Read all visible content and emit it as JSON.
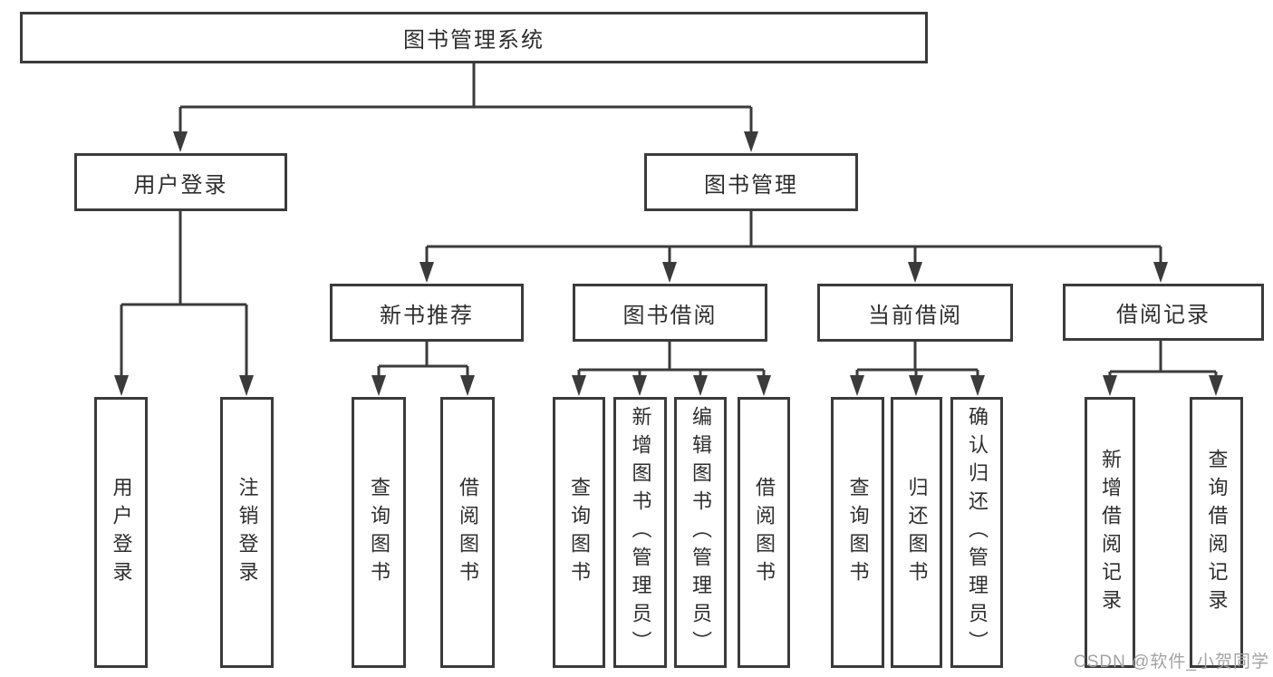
{
  "diagram": {
    "root": {
      "label": "图书管理系统"
    },
    "level2": [
      {
        "label": "用户登录"
      },
      {
        "label": "图书管理"
      }
    ],
    "level3": [
      {
        "label": "新书推荐"
      },
      {
        "label": "图书借阅"
      },
      {
        "label": "当前借阅"
      },
      {
        "label": "借阅记录"
      }
    ],
    "leaves": [
      {
        "label": "用户登录"
      },
      {
        "label": "注销登录"
      },
      {
        "label": "查询图书"
      },
      {
        "label": "借阅图书"
      },
      {
        "label": "查询图书"
      },
      {
        "label": "新增图书（管理员）"
      },
      {
        "label": "编辑图书（管理员）"
      },
      {
        "label": "借阅图书"
      },
      {
        "label": "查询图书"
      },
      {
        "label": "归还图书"
      },
      {
        "label": "确认归还（管理员）"
      },
      {
        "label": "新增借阅记录"
      },
      {
        "label": "查询借阅记录"
      }
    ]
  },
  "watermark": "CSDN @软件_小贺同学",
  "colors": {
    "line": "#3b3b3b",
    "border": "#3b3b3b",
    "text": "#2e2e2e",
    "watermark": "#a3a3a3",
    "background": "#ffffff"
  }
}
